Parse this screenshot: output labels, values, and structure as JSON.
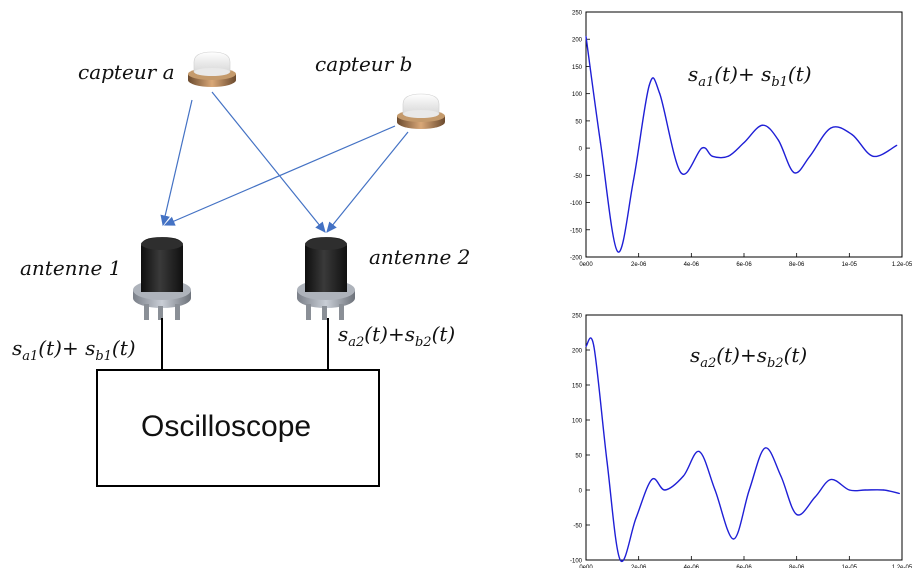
{
  "diagram": {
    "sensor_a_label": "capteur a",
    "sensor_b_label": "capteur b",
    "antenna1_label": "antenne 1",
    "antenna2_label": "antenne 2",
    "oscilloscope_label": "Oscilloscope",
    "signal1": {
      "s1": "s",
      "sub1": "a1",
      "t1": "(t)+ ",
      "s2": "s",
      "sub2": "b1",
      "t2": "(t)"
    },
    "signal2": {
      "s1": "s",
      "sub1": "a2",
      "t1": "(t)+",
      "s2": "s",
      "sub2": "b2",
      "t2": "(t)"
    },
    "colors": {
      "arrow": "#4472c4",
      "sensor_ring": "#b07a4a",
      "antenna_body": "#222222",
      "wire": "#000000"
    }
  },
  "chart_data": [
    {
      "type": "line",
      "annotation": {
        "s1": "s",
        "sub1": "a1",
        "t1": "(t)+ ",
        "s2": "s",
        "sub2": "b1",
        "t2": "(t)"
      },
      "xlim": [
        0,
        1.2e-05
      ],
      "ylim": [
        -200,
        250
      ],
      "x_ticks": [
        0,
        2e-06,
        4e-06,
        6e-06,
        8e-06,
        1e-05,
        1.2e-05
      ],
      "x_tick_labels": [
        "0e00",
        "2e-06",
        "4e-06",
        "6e-06",
        "8e-06",
        "1e-05",
        "1.2e-05"
      ],
      "y_ticks": [
        -200,
        -150,
        -100,
        -50,
        0,
        50,
        100,
        150,
        200,
        250
      ],
      "y_tick_labels": [
        "-200",
        "-150",
        "-100",
        "-50",
        "0",
        "50",
        "100",
        "150",
        "200",
        "250"
      ],
      "line_color": "#1f1fd6",
      "x": [
        0,
        5.5e-07,
        1.2e-06,
        1.8e-06,
        2.4e-06,
        2.8e-06,
        3.6e-06,
        4.4e-06,
        4.8e-06,
        5.4e-06,
        6e-06,
        6.7e-06,
        7.3e-06,
        7.9e-06,
        8.5e-06,
        9.3e-06,
        1.01e-05,
        1.09e-05,
        1.18e-05
      ],
      "y": [
        205,
        10,
        -190,
        -60,
        115,
        100,
        -45,
        0,
        -15,
        -15,
        10,
        42,
        15,
        -45,
        -15,
        37,
        25,
        -15,
        5
      ]
    },
    {
      "type": "line",
      "annotation": {
        "s1": "s",
        "sub1": "a2",
        "t1": "(t)+",
        "s2": "s",
        "sub2": "b2",
        "t2": "(t)"
      },
      "xlim": [
        0,
        1.2e-05
      ],
      "ylim": [
        -100,
        250
      ],
      "x_ticks": [
        0,
        2e-06,
        4e-06,
        6e-06,
        8e-06,
        1e-05,
        1.2e-05
      ],
      "x_tick_labels": [
        "0e00",
        "2e-06",
        "4e-06",
        "6e-06",
        "8e-06",
        "1e-05",
        "1.2e-05"
      ],
      "y_ticks": [
        -100,
        -50,
        0,
        50,
        100,
        150,
        200,
        250
      ],
      "y_tick_labels": [
        "-100",
        "-50",
        "0",
        "50",
        "100",
        "150",
        "200",
        "250"
      ],
      "line_color": "#1f1fd6",
      "x": [
        0,
        3e-07,
        8e-07,
        1.3e-06,
        1.9e-06,
        2.5e-06,
        3e-06,
        3.7e-06,
        4.3e-06,
        4.9e-06,
        5.6e-06,
        6.2e-06,
        6.8e-06,
        7.4e-06,
        8e-06,
        8.7e-06,
        9.3e-06,
        1e-05,
        1.06e-05,
        1.13e-05,
        1.19e-05
      ],
      "y": [
        205,
        205,
        40,
        -100,
        -40,
        15,
        0,
        20,
        55,
        0,
        -70,
        0,
        60,
        20,
        -35,
        -10,
        15,
        0,
        0,
        0,
        -5
      ]
    }
  ]
}
